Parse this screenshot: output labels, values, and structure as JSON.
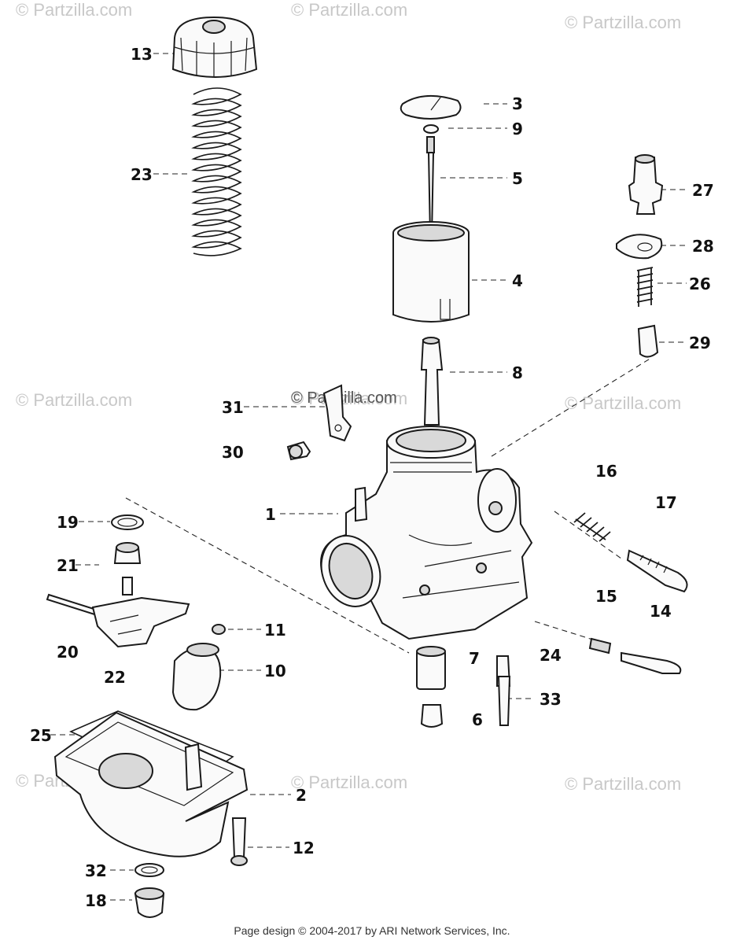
{
  "watermarks": [
    "© Partzilla.com",
    "© Partzilla.com",
    "© Partzilla.com",
    "© Partzilla.com",
    "© Partzilla.com",
    "© Partzilla.com",
    "© Partzilla.com",
    "© Partzilla.com",
    "© Partzilla.com",
    "© Partzilla.com"
  ],
  "callouts": {
    "c1": "1",
    "c2": "2",
    "c3": "3",
    "c4": "4",
    "c5": "5",
    "c6": "6",
    "c7": "7",
    "c8": "8",
    "c9": "9",
    "c10": "10",
    "c11": "11",
    "c12": "12",
    "c13": "13",
    "c14": "14",
    "c15": "15",
    "c16": "16",
    "c17": "17",
    "c18": "18",
    "c19": "19",
    "c20": "20",
    "c21": "21",
    "c22": "22",
    "c23": "23",
    "c24": "24",
    "c25": "25",
    "c26": "26",
    "c27": "27",
    "c28": "28",
    "c29": "29",
    "c30": "30",
    "c31": "31",
    "c32": "32",
    "c33": "33"
  },
  "footer": "Page design © 2004-2017 by ARI Network Services, Inc."
}
